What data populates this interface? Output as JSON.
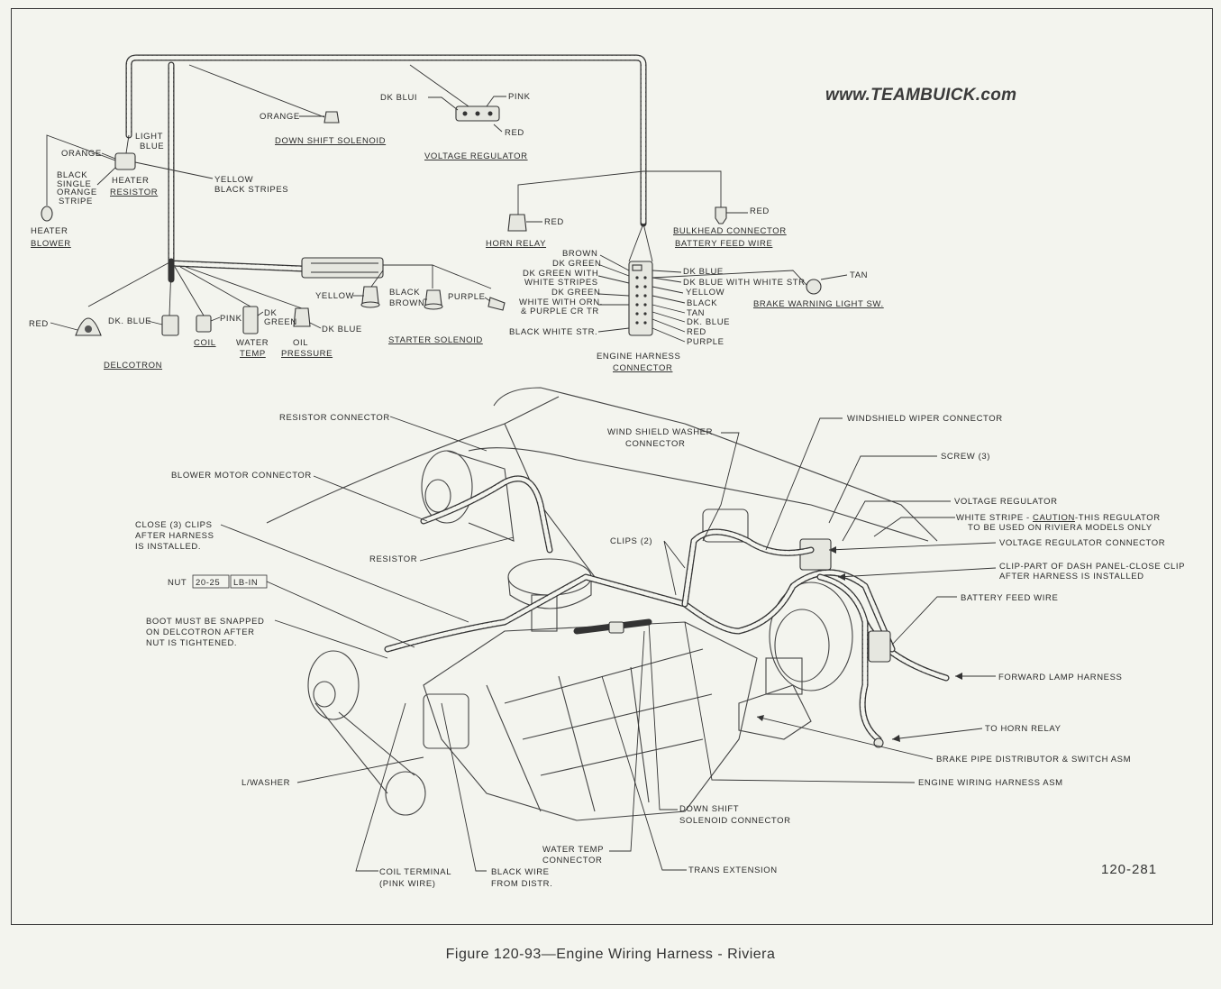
{
  "brand": "www.TEAMBUICK.com",
  "figure_number": "120-281",
  "caption": "Figure 120-93—Engine Wiring Harness - Riviera",
  "schematic": {
    "light": "LIGHT",
    "blue": "BLUE",
    "orange_top": "ORANGE",
    "orange_heater": "ORANGE",
    "black_single": "BLACK",
    "single": "SINGLE",
    "orange_stripe": "ORANGE",
    "stripe": "STRIPE",
    "heater_resistor_1": "HEATER",
    "heater_resistor_2": "RESISTOR",
    "yellow": "YELLOW",
    "black_stripes": "BLACK  STRIPES",
    "heater_blower_1": "HEATER",
    "heater_blower_2": "BLOWER",
    "down_shift_solenoid": "DOWN  SHIFT  SOLENOID",
    "dk_blue_vr": "DK BLUI",
    "pink_vr": "PINK",
    "red_vr": "RED",
    "voltage_regulator": "VOLTAGE  REGULATOR",
    "red_horn": "RED",
    "horn_relay": "HORN  RELAY",
    "red_bulkhead": "RED",
    "bulkhead_connector": "BULKHEAD  CONNECTOR",
    "battery_feed_wire": "BATTERY  FEED  WIRE",
    "tan": "TAN",
    "brake_warning": "BRAKE  WARNING  LIGHT  SW.",
    "left_wires": [
      "BROWN",
      "DK GREEN",
      "DK GREEN  WITH",
      "WHITE  STRIPES",
      "DK GREEN",
      "WHITE  WITH ORN.",
      "& PURPLE  CR TR",
      "BLACK  WHITE  STR."
    ],
    "right_wires": [
      "DK BLUE",
      "DK BLUE  WITH  WHITE  STR",
      "YELLOW",
      "BLACK",
      "TAN",
      "DK. BLUE",
      "RED",
      "PURPLE"
    ],
    "engine_harness_connector_1": "ENGINE  HARNESS",
    "engine_harness_connector_2": "CONNECTOR",
    "red_delco": "RED",
    "dk_blue_delco": "DK. BLUE",
    "delcotron": "DELCOTRON",
    "pink_coil": "PINK",
    "coil": "COIL",
    "dk_green_1": "DK",
    "dk_green_2": "GREEN",
    "water_temp_1": "WATER",
    "water_temp_2": "TEMP",
    "dk_blue_oil": "DK BLUE",
    "oil_pressure_1": "OIL",
    "oil_pressure_2": "PRESSURE",
    "yellow_starter": "YELLOW",
    "black_starter": "BLACK",
    "brown_starter": "BROWN",
    "purple_starter": "PURPLE",
    "starter_solenoid": "STARTER  SOLENOID"
  },
  "engine_view": {
    "resistor_connector": "RESISTOR  CONNECTOR",
    "blower_motor_connector": "BLOWER  MOTOR  CONNECTOR",
    "close_clips_1": "CLOSE (3) CLIPS",
    "close_clips_2": "AFTER  HARNESS",
    "close_clips_3": "IS  INSTALLED.",
    "resistor": "RESISTOR",
    "nut": "NUT",
    "torque_value": "20-25",
    "torque_unit": "LB-IN",
    "boot_1": "BOOT  MUST  BE  SNAPPED",
    "boot_2": "ON  DELCOTRON  AFTER",
    "boot_3": "NUT  IS  TIGHTENED.",
    "l_washer": "L/WASHER",
    "coil_terminal_1": "COIL  TERMINAL",
    "coil_terminal_2": "(PINK  WIRE)",
    "black_wire_1": "BLACK  WIRE",
    "black_wire_2": "FROM  DISTR.",
    "water_temp_conn_1": "WATER  TEMP",
    "water_temp_conn_2": "CONNECTOR",
    "trans_extension": "TRANS  EXTENSION",
    "down_shift_conn_1": "DOWN  SHIFT",
    "down_shift_conn_2": "SOLENOID  CONNECTOR",
    "windshield_washer_1": "WIND  SHIELD  WASHER",
    "windshield_washer_2": "CONNECTOR",
    "clips_2": "CLIPS (2)",
    "windshield_wiper": "WINDSHIELD  WIPER  CONNECTOR",
    "screw": "SCREW (3)",
    "voltage_regulator": "VOLTAGE  REGULATOR",
    "white_stripe": "WHITE STRIPE",
    "caution": "CAUTION",
    "caution_text_1": "-THIS  REGULATOR",
    "caution_text_2": "TO BE USED ON  RIVIERA  MODELS  ONLY",
    "voltage_regulator_connector": "VOLTAGE  REGULATOR  CONNECTOR",
    "clip_part_1": "CLIP-PART  OF  DASH  PANEL-CLOSE  CLIP",
    "clip_part_2": "AFTER  HARNESS  IS  INSTALLED",
    "battery_feed_wire": "BATTERY  FEED  WIRE",
    "forward_lamp_harness": "FORWARD  LAMP  HARNESS",
    "to_horn_relay": "TO  HORN  RELAY",
    "brake_pipe": "BRAKE  PIPE  DISTRIBUTOR  &  SWITCH  ASM",
    "engine_wiring_harness": "ENGINE  WIRING  HARNESS  ASM"
  }
}
